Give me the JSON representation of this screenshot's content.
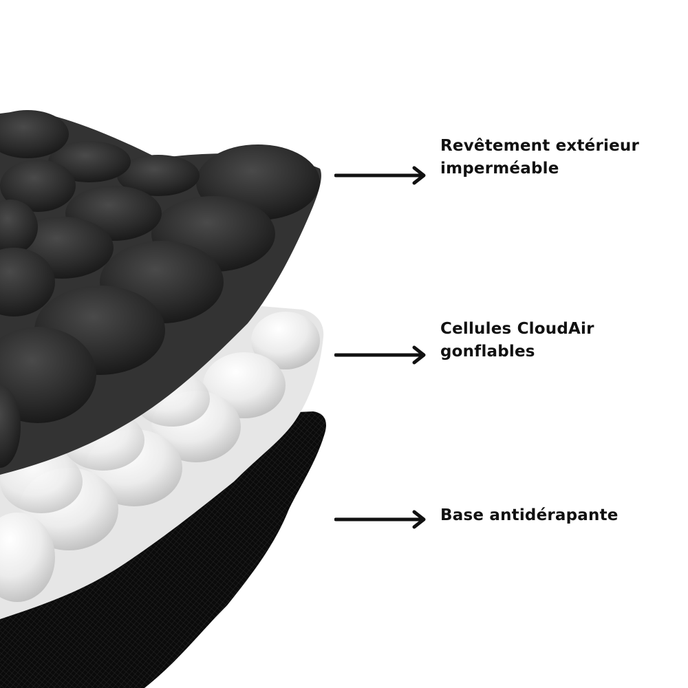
{
  "diagram": {
    "subject": "Layered air-cell seat cushion (exploded view)",
    "colors": {
      "background": "#ffffff",
      "top_layer": "#2e2e2e",
      "middle_layer": "#e8e8e8",
      "base_layer": "#0c0c0c",
      "text": "#111111",
      "arrow": "#111111"
    },
    "callouts": [
      {
        "id": "top-cover",
        "lines": [
          "Revêtement extérieur",
          "imperméable"
        ],
        "arrow_icon": "arrow-right-icon"
      },
      {
        "id": "air-cells",
        "lines": [
          "Cellules CloudAir",
          "gonflables"
        ],
        "arrow_icon": "arrow-right-icon"
      },
      {
        "id": "base",
        "lines": [
          "Base antidérapante"
        ],
        "arrow_icon": "arrow-right-icon"
      }
    ]
  }
}
